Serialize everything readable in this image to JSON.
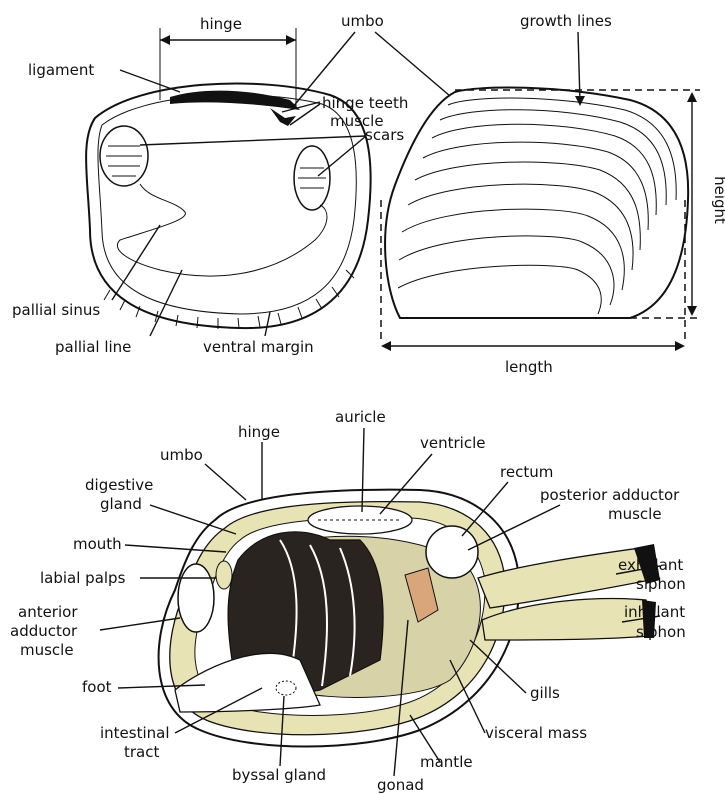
{
  "labels": {
    "hinge_top": "hinge",
    "umbo_top": "umbo",
    "growth_lines": "growth lines",
    "ligament": "ligament",
    "hinge_teeth": "hinge teeth",
    "muscle": "muscle",
    "scars": "scars",
    "height": "height",
    "pallial_sinus": "pallial sinus",
    "pallial_line": "pallial line",
    "ventral_margin": "ventral margin",
    "length": "length",
    "auricle": "auricle",
    "hinge_bottom": "hinge",
    "ventricle": "ventricle",
    "umbo_bottom": "umbo",
    "rectum": "rectum",
    "digestive_1": "digestive",
    "digestive_2": "gland",
    "posterior_1": "posterior adductor",
    "posterior_2": "muscle",
    "mouth": "mouth",
    "exhalant_1": "exhalant",
    "exhalant_2": "siphon",
    "labial_palps": "labial palps",
    "inhalant_1": "inhalant",
    "inhalant_2": "siphon",
    "anterior_1": "anterior",
    "anterior_2": "adductor",
    "anterior_3": "muscle",
    "foot": "foot",
    "gills": "gills",
    "intestinal_1": "intestinal",
    "intestinal_2": "tract",
    "visceral_mass": "visceral mass",
    "mantle": "mantle",
    "byssal_gland": "byssal gland",
    "gonad": "gonad"
  },
  "colors": {
    "tissue": "#e8e3b4",
    "gill": "#2a2420",
    "gonad": "#d9a67c",
    "ink": "#111111"
  }
}
